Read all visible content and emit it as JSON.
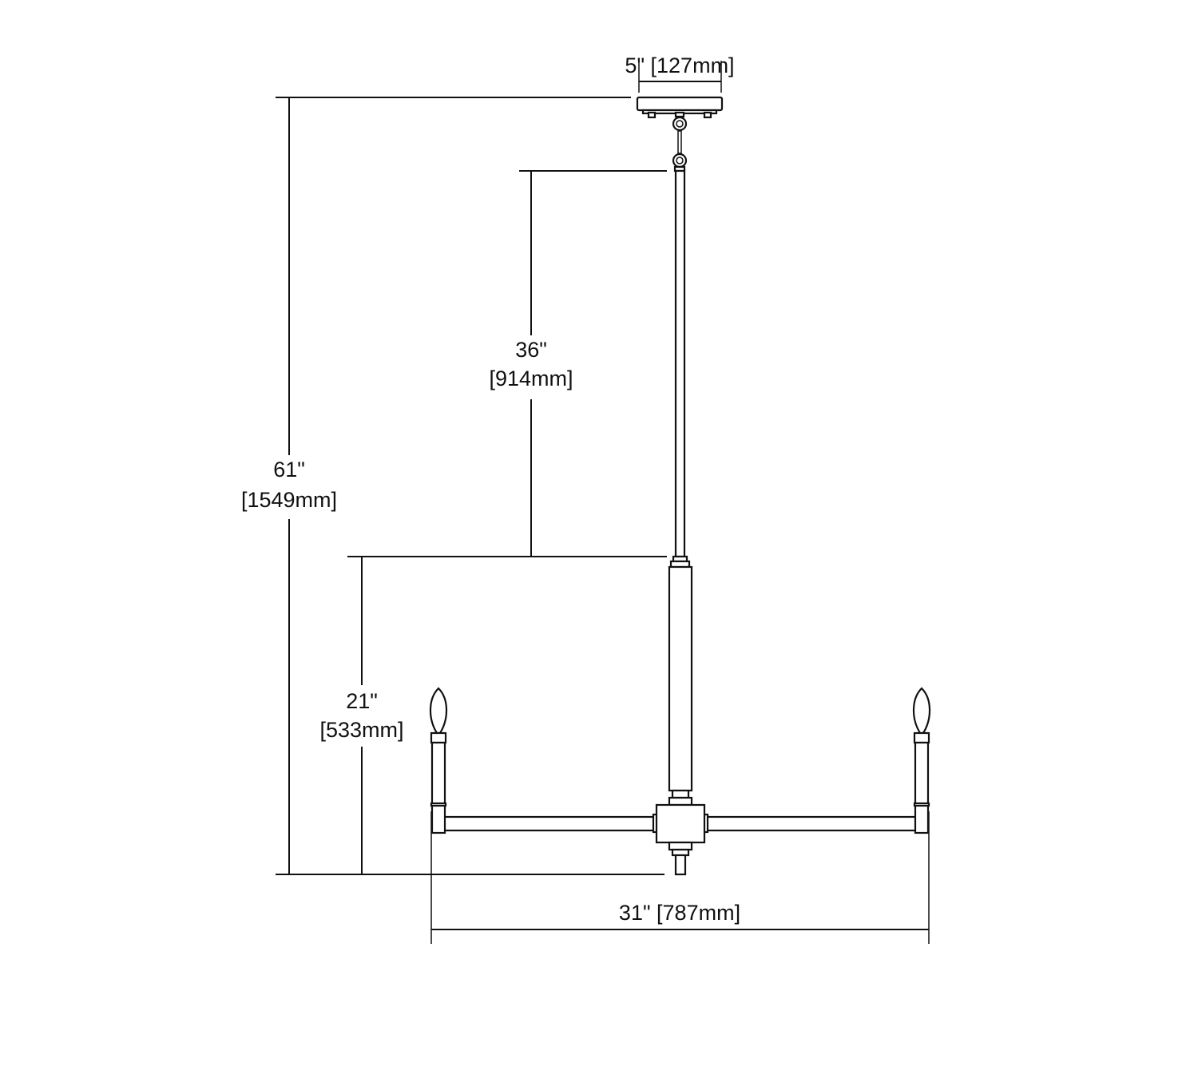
{
  "dimensions": {
    "canopy_width": "5\" [127mm]",
    "overall_height": {
      "imperial": "61\"",
      "metric": "[1549mm]"
    },
    "rod_length": {
      "imperial": "36\"",
      "metric": "[914mm]"
    },
    "fixture_height": {
      "imperial": "21\"",
      "metric": "[533mm]"
    },
    "fixture_width": "31\" [787mm]"
  }
}
